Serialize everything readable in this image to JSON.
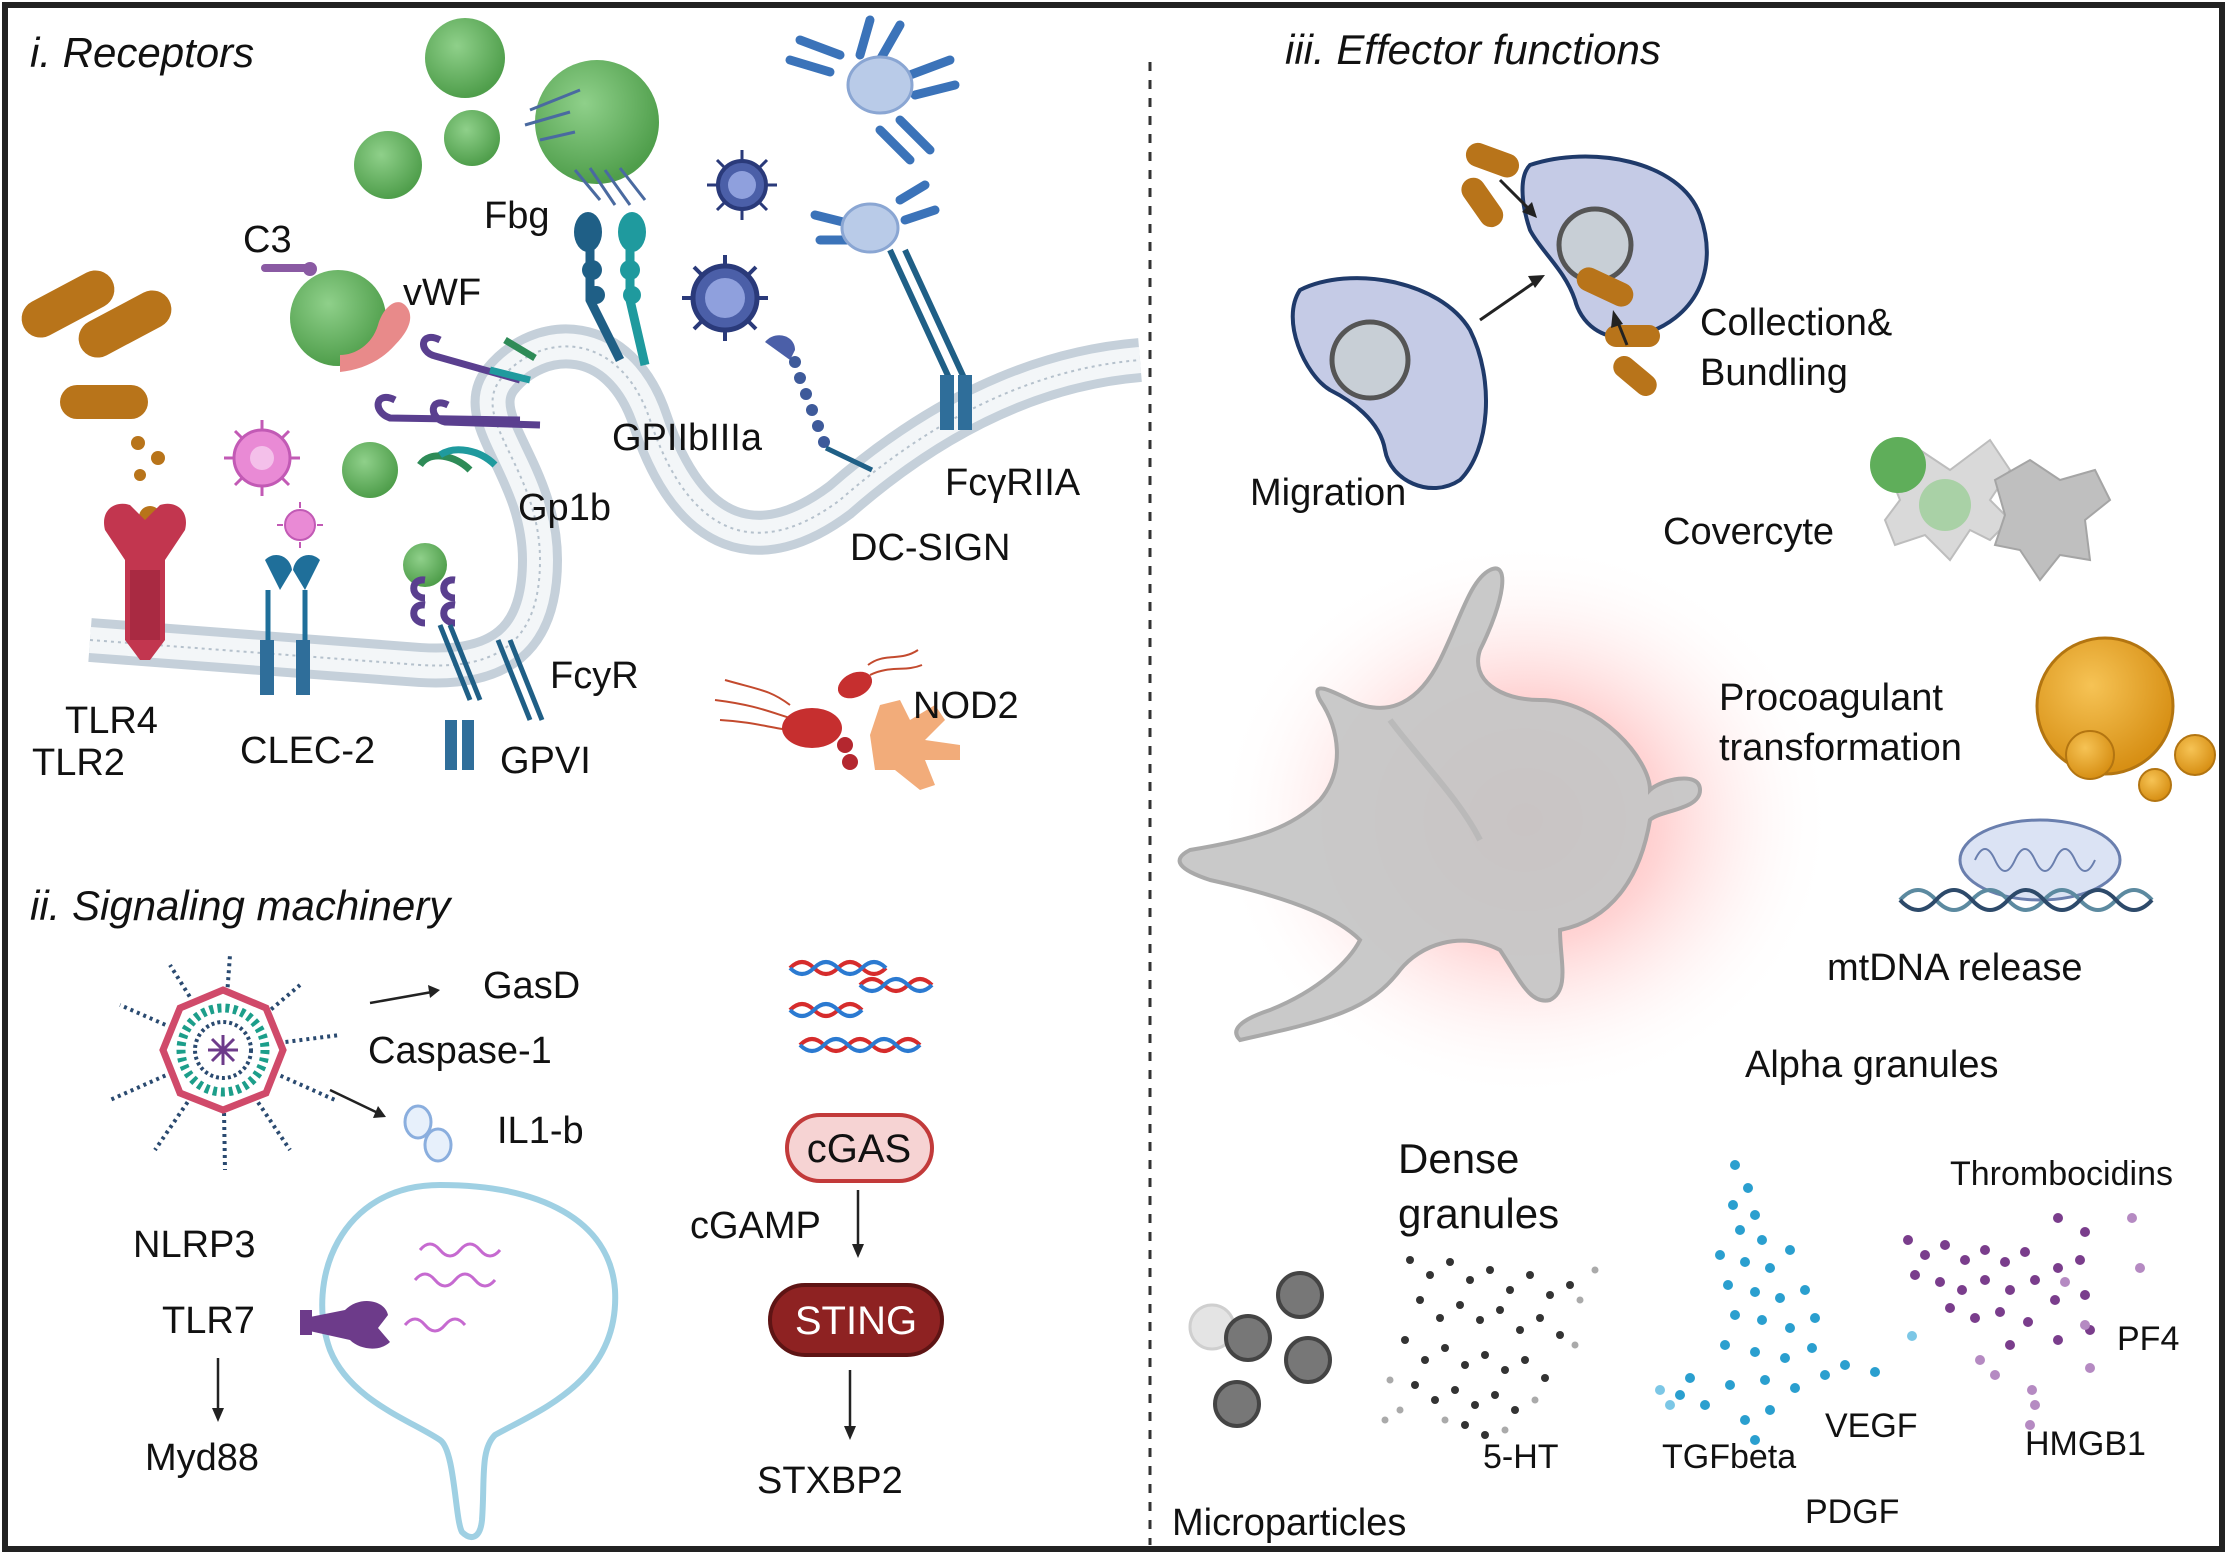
{
  "sections": {
    "receptors": "i. Receptors",
    "signaling": "ii. Signaling machinery",
    "effector": "iii. Effector functions"
  },
  "receptor_labels": {
    "c3": "C3",
    "vwf": "vWF",
    "fbg": "Fbg",
    "gpiibiiia": "GPIIbIIIa",
    "gp1b": "Gp1b",
    "fcyriia": "FcγRIIA",
    "dcsign": "DC-SIGN",
    "fcyr": "FcyR",
    "tlr4": "TLR4",
    "tlr2": "TLR2",
    "clec2": "CLEC-2",
    "gpvi": "GPVI",
    "nod2": "NOD2"
  },
  "signaling_labels": {
    "gasd": "GasD",
    "caspase": "Caspase-1",
    "il1b": "IL1-b",
    "nlrp3": "NLRP3",
    "tlr7": "TLR7",
    "myd88": "Myd88",
    "cgas": "cGAS",
    "cgamp": "cGAMP",
    "sting": "STING",
    "stxbp2": "STXBP2"
  },
  "effector_labels": {
    "collection_1": "Collection&",
    "collection_2": "Bundling",
    "migration": "Migration",
    "covercyte": "Covercyte",
    "procoag_1": "Procoagulant",
    "procoag_2": "transformation",
    "mtdna": "mtDNA release",
    "alpha": "Alpha granules",
    "dense_1": "Dense",
    "dense_2": "granules",
    "thrombocidins": "Thrombocidins",
    "pf4": "PF4",
    "vegf": "VEGF",
    "tgfbeta": "TGFbeta",
    "ht5": "5-HT",
    "hmgb1": "HMGB1",
    "pdgf": "PDGF",
    "microparticles": "Microparticles"
  },
  "colors": {
    "green_particle": "#5fae5a",
    "bacteria": "#b8741a",
    "membrane": "#c9d3dd",
    "receptor_blue": "#2f6e9a",
    "receptor_teal": "#1f9a9e",
    "receptor_purple": "#5a3f8f",
    "tlr4_red": "#c2364f",
    "virus_blue": "#4b5fa8",
    "cgas_fill": "#f6d3d3",
    "sting_fill": "#8e2222",
    "platelet_gray": "#b8b8b8",
    "migration_fill": "#c5cbe6",
    "procoag_orange": "#e3a227",
    "alpha_blue": "#2a9fcf",
    "alpha_purple": "#7a3d8c"
  }
}
